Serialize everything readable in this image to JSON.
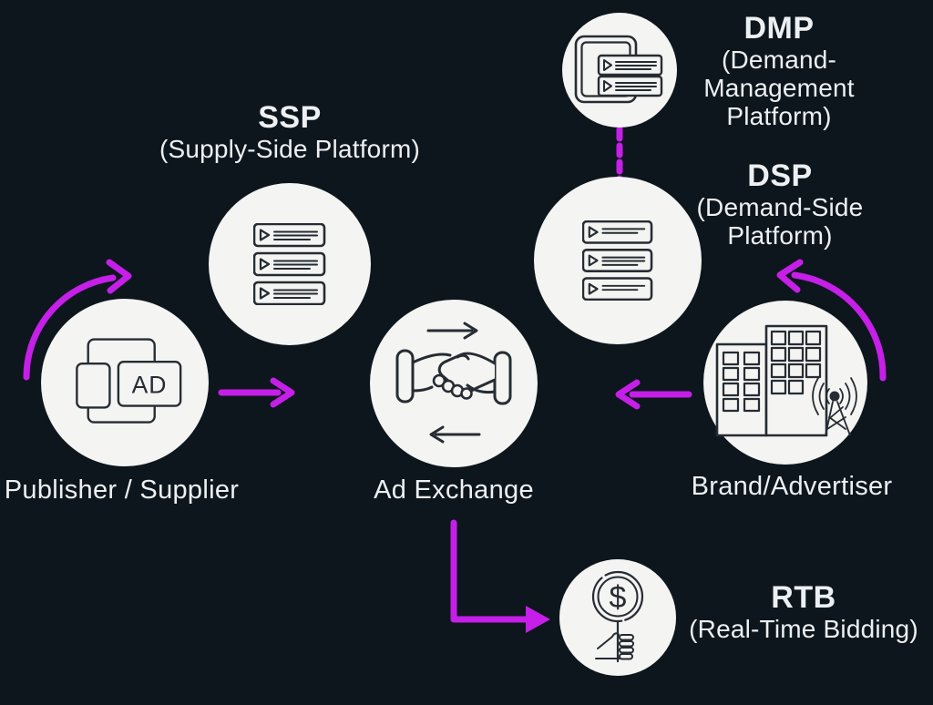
{
  "colors": {
    "background": "#0d161d",
    "accent": "#c51fe8",
    "node_fill": "#f4f4f2",
    "icon_stroke": "#262c33",
    "text": "#edf0f2"
  },
  "nodes": {
    "ssp": {
      "abbr": "SSP",
      "desc_lines": [
        "(Supply-Side Platform)"
      ],
      "icon": "playlist-rows-icon"
    },
    "dmp": {
      "abbr": "DMP",
      "desc_lines": [
        "(Demand-",
        "Management",
        "Platform)"
      ],
      "icon": "tablet-playlist-icon"
    },
    "dsp": {
      "abbr": "DSP",
      "desc_lines": [
        "(Demand-Side",
        "Platform)"
      ],
      "icon": "playlist-rows-icon"
    },
    "publisher": {
      "label": "Publisher / Supplier",
      "icon": "ad-placements-icon",
      "icon_text": "AD"
    },
    "ad_exchange": {
      "label": "Ad Exchange",
      "icon": "handshake-exchange-icon"
    },
    "brand": {
      "label": "Brand/Advertiser",
      "icon": "buildings-antenna-icon"
    },
    "rtb": {
      "abbr": "RTB",
      "desc_lines": [
        "(Real-Time Bidding)"
      ],
      "icon": "auction-paddle-dollar-icon",
      "icon_text": "$"
    }
  },
  "connections": [
    {
      "from": "publisher",
      "to": "ssp",
      "style": "curved-arrow"
    },
    {
      "from": "publisher",
      "to": "ad_exchange",
      "style": "straight-arrow"
    },
    {
      "from": "brand",
      "to": "ad_exchange",
      "style": "straight-arrow"
    },
    {
      "from": "brand",
      "to": "dsp",
      "style": "curved-arrow"
    },
    {
      "from": "dmp",
      "to": "dsp",
      "style": "dashed-line"
    },
    {
      "from": "ad_exchange",
      "to": "rtb",
      "style": "elbow-arrow"
    }
  ]
}
